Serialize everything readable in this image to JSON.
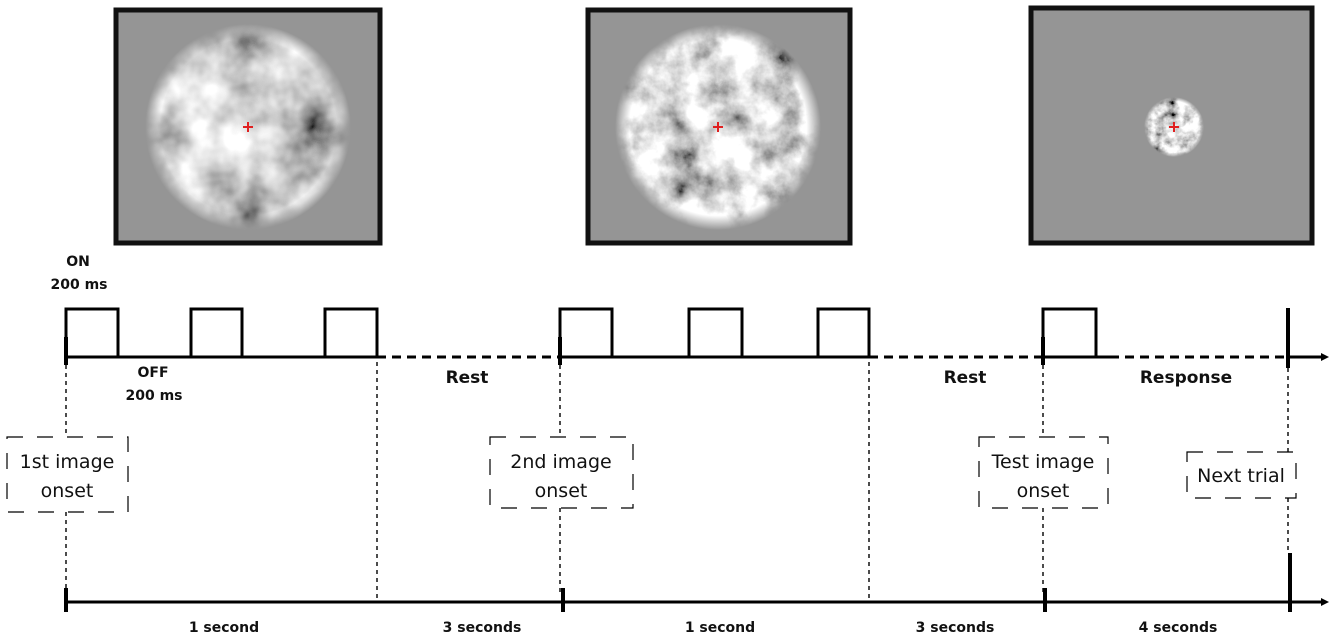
{
  "stimuli": [
    {
      "name": "first-image",
      "disc_size": "large",
      "texture": "first"
    },
    {
      "name": "second-image",
      "disc_size": "large",
      "texture": "second"
    },
    {
      "name": "test-image",
      "disc_size": "small",
      "texture": "test"
    }
  ],
  "fixation_color": "#e02020",
  "background_gray": "#959595",
  "labels": {
    "on": "ON",
    "on_duration": "200 ms",
    "off": "OFF",
    "off_duration": "200 ms",
    "rest_1": "Rest",
    "rest_2": "Rest",
    "response": "Response"
  },
  "events": [
    {
      "line1": "1st image",
      "line2": "onset"
    },
    {
      "line1": "2nd image",
      "line2": "onset"
    },
    {
      "line1": "Test image",
      "line2": "onset"
    },
    {
      "line1": "Next trial",
      "line2": ""
    }
  ],
  "durations": [
    "1 second",
    "3 seconds",
    "1 second",
    "3 seconds",
    "4 seconds"
  ]
}
